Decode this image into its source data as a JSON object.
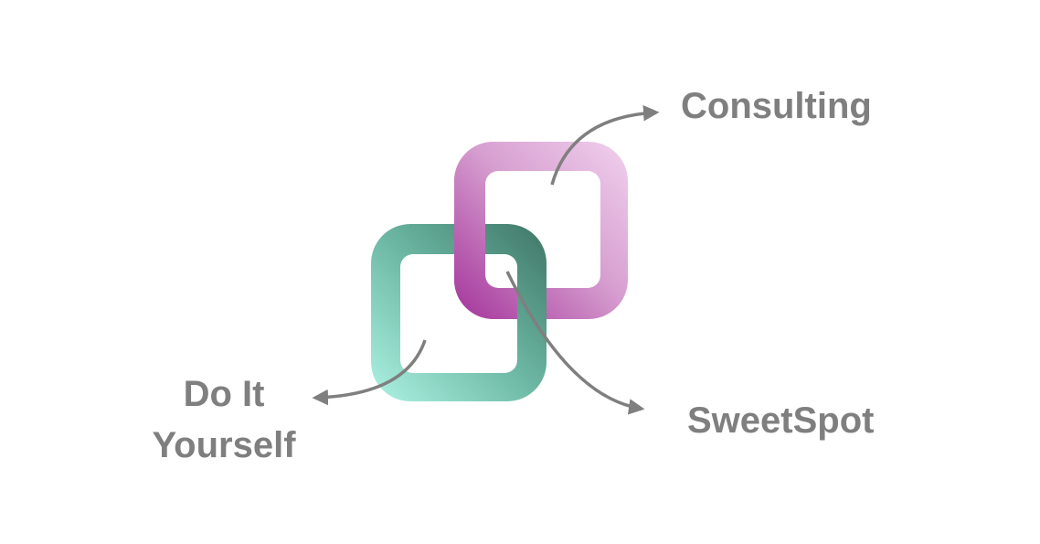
{
  "labels": {
    "consulting": "Consulting",
    "sweetspot": "SweetSpot",
    "diy_line1": "Do It",
    "diy_line2": "Yourself"
  },
  "colors": {
    "label_text": "#7f7f7f",
    "arrow": "#7f7f7f",
    "consulting_ring_light": "#f1d1ee",
    "consulting_ring_dark": "#a3339a",
    "diy_ring_light": "#aef2e3",
    "diy_ring_dark": "#3f7566"
  }
}
